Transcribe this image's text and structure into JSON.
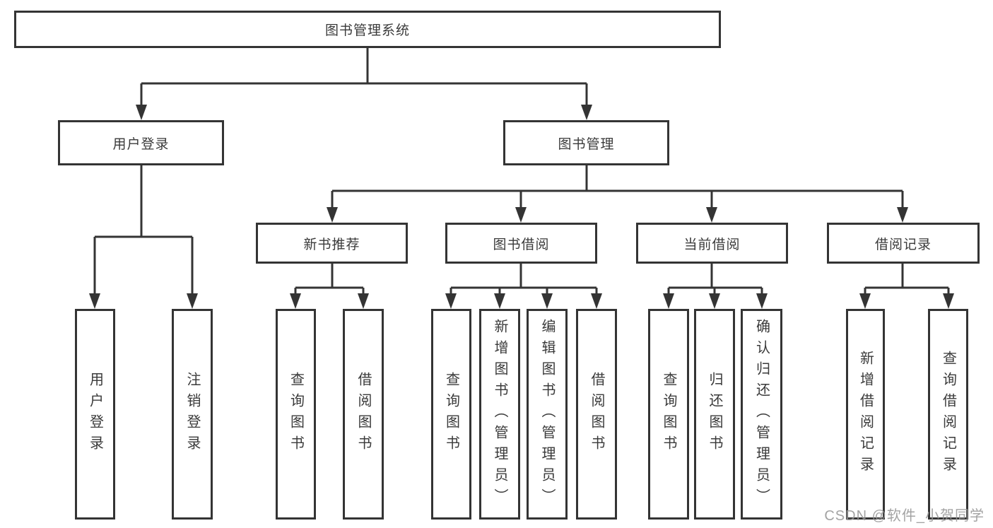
{
  "title": "图书管理系统",
  "branches": {
    "user_login": {
      "label": "用户登录",
      "children": [
        {
          "label": "用户登录"
        },
        {
          "label": "注销登录"
        }
      ]
    },
    "book_mgmt": {
      "label": "图书管理",
      "sections": [
        {
          "label": "新书推荐",
          "children": [
            {
              "label": "查询图书"
            },
            {
              "label": "借阅图书"
            }
          ]
        },
        {
          "label": "图书借阅",
          "children": [
            {
              "label": "查询图书"
            },
            {
              "label": "新增图书（管理员）"
            },
            {
              "label": "编辑图书（管理员）"
            },
            {
              "label": "借阅图书"
            }
          ]
        },
        {
          "label": "当前借阅",
          "children": [
            {
              "label": "查询图书"
            },
            {
              "label": "归还图书"
            },
            {
              "label": "确认归还（管理员）"
            }
          ]
        },
        {
          "label": "借阅记录",
          "children": [
            {
              "label": "新增借阅记录"
            },
            {
              "label": "查询借阅记录"
            }
          ]
        }
      ]
    }
  },
  "watermark": "CSDN @软件_小贺同学",
  "colors": {
    "line": "#343434",
    "text": "#3a3a3a",
    "watermark": "#969696",
    "background": "#ffffff"
  }
}
